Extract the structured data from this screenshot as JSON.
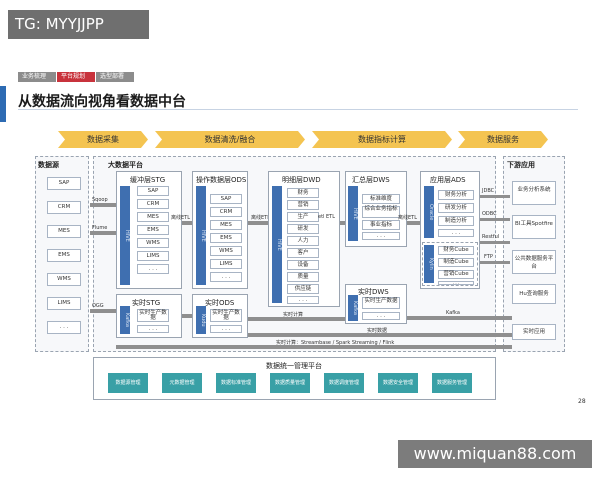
{
  "watermark_top": "TG: MYYJJPP",
  "watermark_bottom": "www.miquan88.com",
  "breadcrumbs": [
    "业务梳理",
    "平台规划",
    "选型部署"
  ],
  "title": "从数据流向视角看数据中台",
  "stages": [
    "数据采集",
    "数据清洗/融合",
    "数据指标计算",
    "数据服务"
  ],
  "source": {
    "label": "数据源",
    "items": [
      "SAP",
      "CRM",
      "MES",
      "EMS",
      "WMS",
      "LIMS",
      ". . ."
    ]
  },
  "platform": {
    "label": "大数据平台"
  },
  "stg": {
    "label": "缓冲层STG",
    "bar": "HIVE",
    "items": [
      "SAP",
      "CRM",
      "MES",
      "EMS",
      "WMS",
      "LIMS",
      ". . ."
    ]
  },
  "ods": {
    "label": "操作数据层ODS",
    "bar": "HIVE",
    "items": [
      "SAP",
      "CRM",
      "MES",
      "EMS",
      "WMS",
      "LIMS",
      ". . ."
    ]
  },
  "dwd": {
    "label": "明细层DWD",
    "bar": "HIVE",
    "items": [
      "财务",
      "营销",
      "生产",
      "研发",
      "人力",
      "客户",
      "设备",
      "质量",
      "供应链",
      ". . ."
    ]
  },
  "dws": {
    "label": "汇总层DWS",
    "bar": "HIVE",
    "items": [
      "标准维度",
      "综合业务指标",
      "事业指标",
      ". . ."
    ]
  },
  "ads": {
    "label": "应用层ADS",
    "bar": "Oracle",
    "bar2": "Kylin",
    "items": [
      "财务分析",
      "研发分析",
      "制造分析",
      ". . ."
    ],
    "cube_items": [
      "财务Cube",
      "制造Cube",
      "营销Cube",
      ". . ."
    ]
  },
  "rt_stg": {
    "label": "实时STG",
    "bar": "Kafka",
    "items": [
      "实时生产数据",
      ". . ."
    ]
  },
  "rt_ods": {
    "label": "实时ODS",
    "bar": "Kudu",
    "items": [
      "实时生产数据",
      ". . ."
    ]
  },
  "rt_dws": {
    "label": "实时DWS",
    "bar": "Kafka",
    "items": [
      "实时生产数据",
      ". . ."
    ]
  },
  "downstream": {
    "label": "下游应用",
    "items": [
      "业务分析系统",
      "BI工具Spotfire",
      "公共数据服务平台",
      "Hu查询服务",
      "实时应用"
    ]
  },
  "edges": {
    "sqoop": "Sqoop",
    "flume": "Flume",
    "ogg": "OGG",
    "etl1": "离线ETL",
    "etl2": "离线ETL",
    "etl3": "etl ETL",
    "etl4": "离线ETL",
    "jdbc1": "JDBC",
    "odbc": "ODBC",
    "restful": "Restful",
    "ftp": "FTP",
    "rt_calc": "实时计算",
    "rt_data": "实时数据",
    "kafka": "Kafka",
    "rt_flow": "实时计算：Streambase / Spark Streaming / Flink"
  },
  "mgmt": {
    "label": "数据统一管理平台",
    "items": [
      "数据源管理",
      "元数据管理",
      "数据标准管理",
      "数据质量管理",
      "数据调度管理",
      "数据安全管理",
      "数据服务管理"
    ]
  },
  "page_number": "28",
  "colors": {
    "accent": "#2d6bb3",
    "stage": "#f4c451",
    "bar": "#3f6fb0",
    "teal": "#39a0a6",
    "crumb_active": "#c8333c",
    "crumb": "#8c8c8c"
  }
}
